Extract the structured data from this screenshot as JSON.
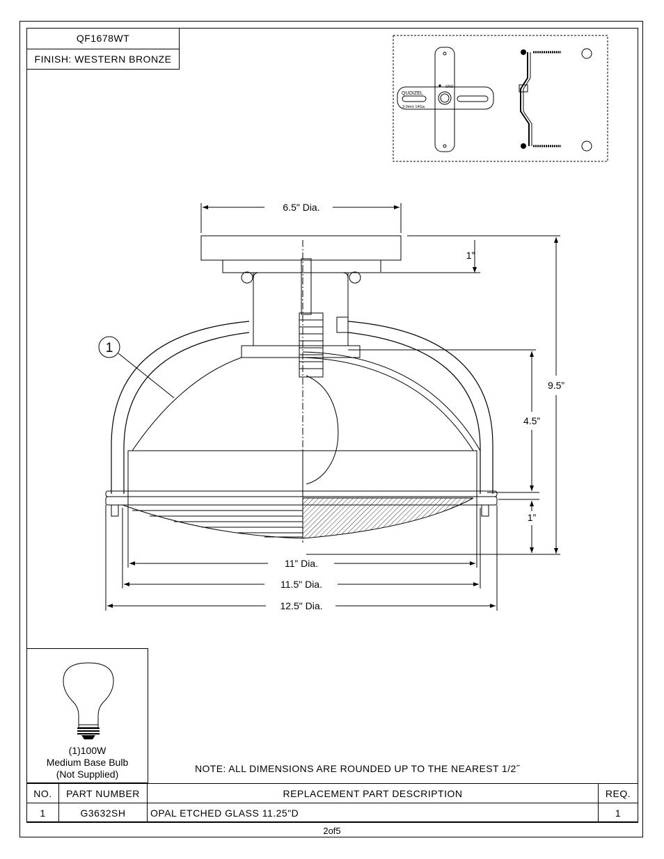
{
  "header": {
    "model": "QF1678WT",
    "finish": "FINISH: WESTERN BRONZE"
  },
  "drawing": {
    "dim_top_dia": "6.5\" Dia.",
    "dim_canopy_h": "1”",
    "dim_total_h": "9.5”",
    "dim_shade_h": "4.5”",
    "dim_lens_h": "1”",
    "dim_11": "11” Dia.",
    "dim_11_5": "11.5\" Dia.",
    "dim_12_5": "12.5\" Dia.",
    "callout": "1"
  },
  "bracket": {
    "brand": "QUOIZEL",
    "gnd": "GND",
    "spec": "3.0mm  14Ga."
  },
  "bulb": {
    "line1": "(1)100W",
    "line2": "Medium Base Bulb",
    "line3": "(Not Supplied)"
  },
  "note": "NOTE:  ALL DIMENSIONS ARE ROUNDED UP TO THE NEAREST  1/2˝",
  "parts_table": {
    "headers": [
      "NO.",
      "PART NUMBER",
      "REPLACEMENT PART DESCRIPTION",
      "REQ."
    ],
    "rows": [
      {
        "no": "1",
        "part": "G3632SH",
        "desc": "OPAL ETCHED GLASS 11.25\"D",
        "req": "1"
      }
    ]
  },
  "page": "2of5"
}
